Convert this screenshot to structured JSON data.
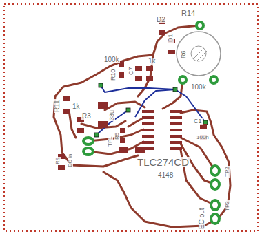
{
  "diagram": {
    "labels": [
      "R14",
      "D2",
      "D1",
      "R6",
      "100k",
      "R10",
      "C7",
      "1k",
      "100k",
      "R11",
      "1k",
      "R3",
      "33u",
      "TP1",
      "R5",
      "TLC274CD",
      "4148",
      "C1",
      "100n",
      "TP2",
      "TP3",
      "EC out",
      "R9",
      "EC in"
    ]
  }
}
